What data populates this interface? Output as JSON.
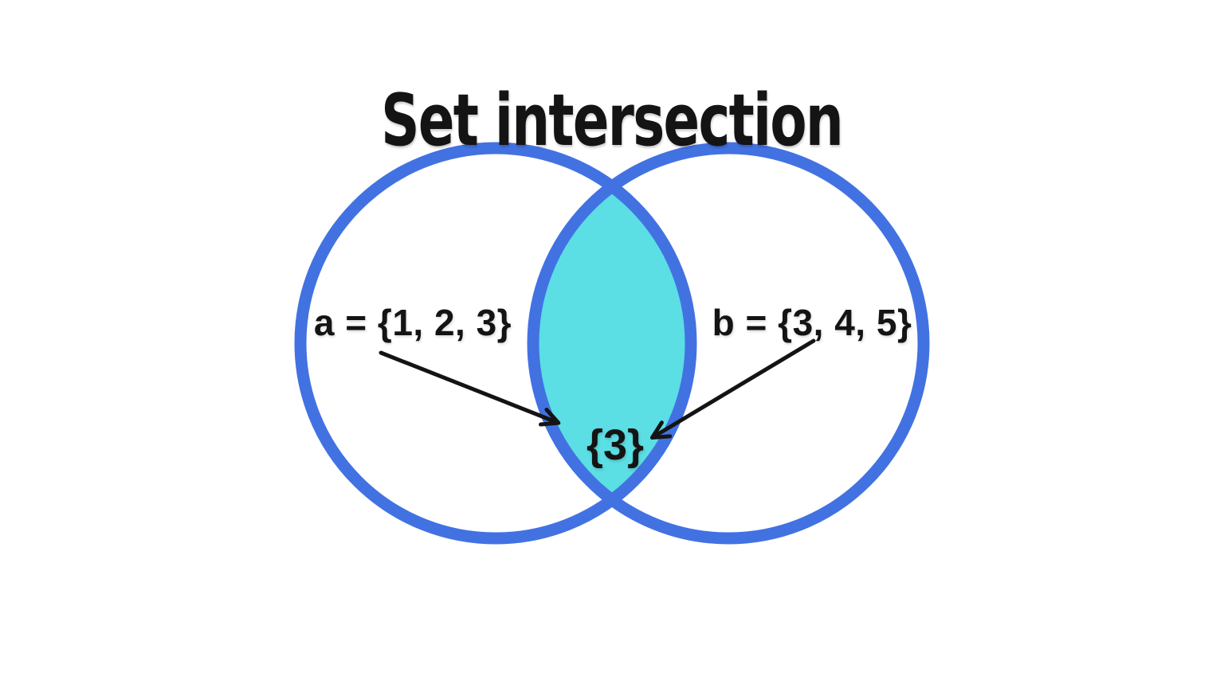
{
  "title": "Set intersection",
  "venn": {
    "set_a_label": "a = {1, 2, 3}",
    "set_b_label": "b = {3, 4, 5}",
    "intersection_label": "{3}"
  },
  "colors": {
    "circle_stroke": "#4272E2",
    "intersection_fill": "#5BDEE4",
    "ink": "#141414",
    "background": "#FFFFFF"
  }
}
